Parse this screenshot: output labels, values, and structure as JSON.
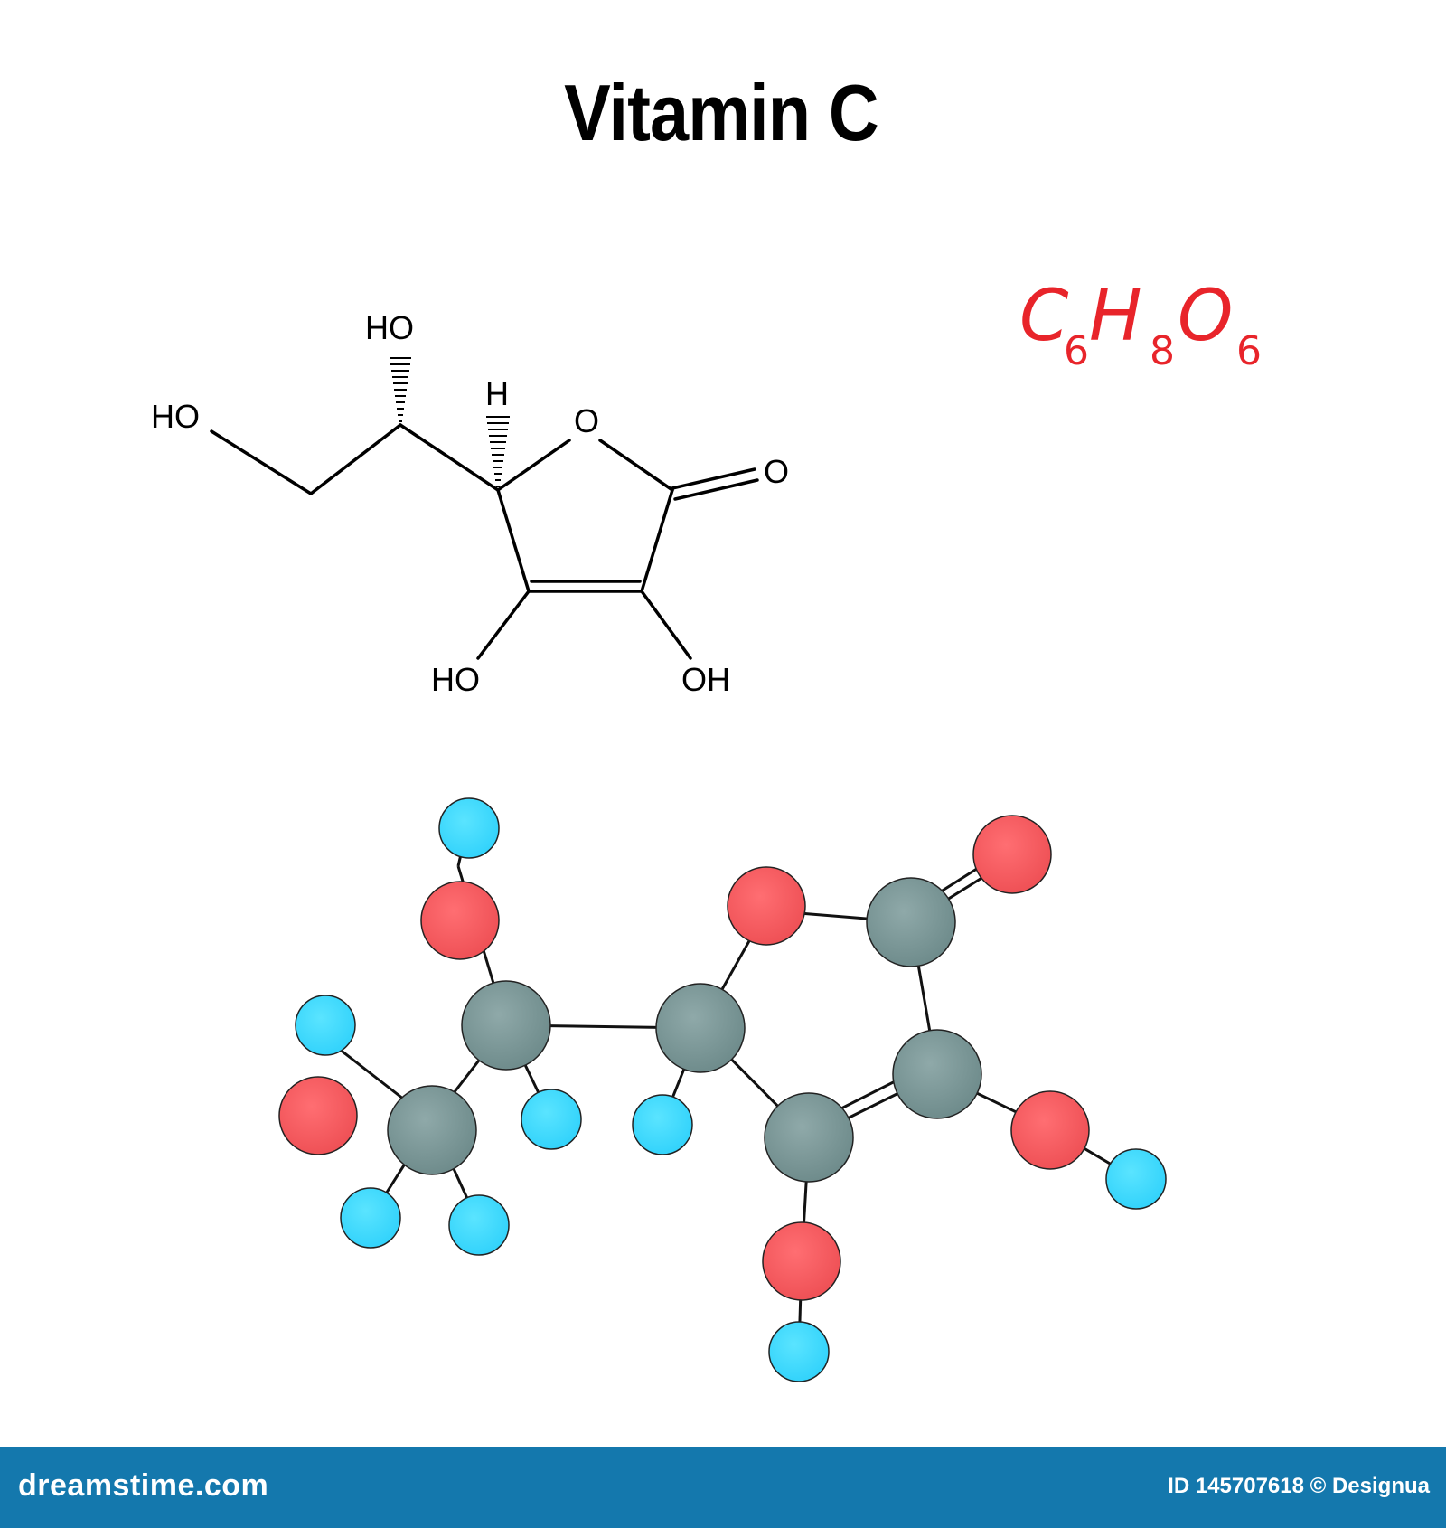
{
  "title": "Vitamin C",
  "formula": {
    "parts": [
      {
        "symbol": "C",
        "count": "6"
      },
      {
        "symbol": "H",
        "count": "8"
      },
      {
        "symbol": "O",
        "count": "6"
      }
    ]
  },
  "structure_labels": {
    "ho_top": "HO",
    "ho_left": "HO",
    "h_stereo": "H",
    "ring_o": "O",
    "carbonyl_o": "O",
    "ho_bottom": "HO",
    "oh_bottom": "OH"
  },
  "colors": {
    "formula": "#e8242a",
    "carbon": "#7c9999",
    "oxygen": "#f25a5e",
    "hydrogen": "#3fdcff",
    "footer": "#1478ad"
  },
  "footer": {
    "site": "dreamstime.com",
    "credit": "ID 145707618 © Designua"
  }
}
